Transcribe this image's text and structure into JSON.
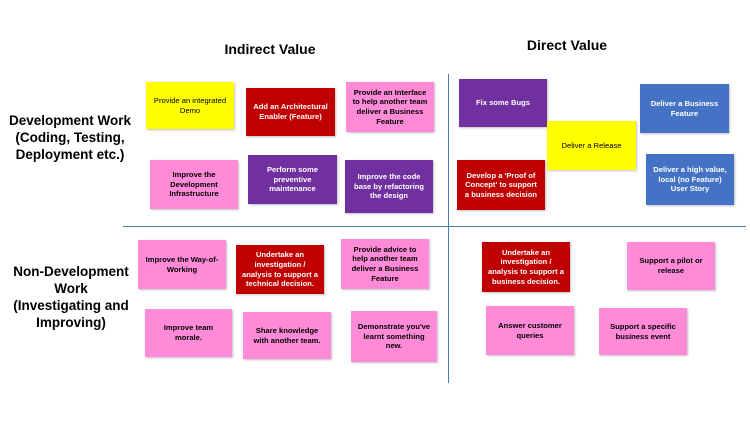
{
  "headers": {
    "indirect": "Indirect Value",
    "direct": "Direct Value"
  },
  "rows": {
    "development": "Development Work (Coding, Testing, Deployment etc.)",
    "nondevelopment": "Non-Development Work (Investigating and Improving)"
  },
  "colors": {
    "yellow": "#ffff00",
    "red": "#c00000",
    "pink": "#ff8ad8",
    "purple": "#7030a0",
    "blue": "#4472c4",
    "divider": "#4a7ab7"
  },
  "notes": [
    "Provide an integrated Demo",
    "Add an Architectural Enabler (Feature)",
    "Provide an Interface to help another team deliver a Business Feature",
    "Improve the Development Infrastructure",
    "Perform some preventive maintenance",
    "Improve the code base by refactoring the design",
    "Fix some Bugs",
    "Deliver a Business Feature",
    "Deliver a Release",
    "Develop a 'Proof of Concept' to support a business decision",
    "Deliver a high value, local (no Feature) User Story",
    "Improve the Way-of-Working",
    "Undertake an investigation / analysis to support a technical decision.",
    "Provide advice to help another team deliver a Business Feature",
    "Improve team morale.",
    "Share knowledge with another team.",
    "Demonstrate you've learnt something new.",
    "Undertake an investigation / analysis to support a business decision.",
    "Support a pilot or release",
    "Answer customer queries",
    "Support a specific business event"
  ]
}
